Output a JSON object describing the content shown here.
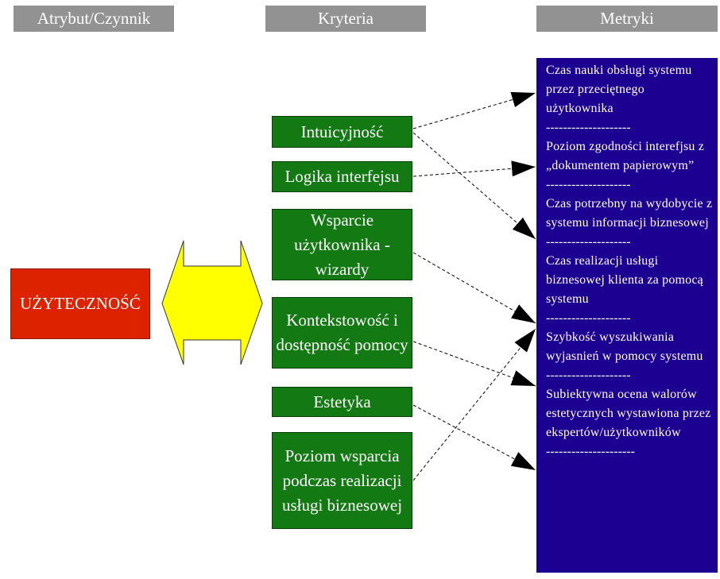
{
  "headers": {
    "attribute": "Atrybut/Czynnik",
    "criteria": "Kryteria",
    "metrics": "Metryki"
  },
  "attribute": "UŻYTECZNOŚĆ",
  "criteria": [
    "Intuicyjność",
    "Logika interfejsu",
    "Wsparcie użytkownika - wizardy",
    "Kontekstowość i dostępność pomocy",
    "Estetyka",
    "Poziom wsparcia podczas realizacji usługi biznesowej"
  ],
  "metrics": [
    "Czas nauki obsługi systemu przez przeciętnego użytkownika",
    "Poziom zgodności interefjsu z „dokumentem papierowym”",
    "Czas potrzebny na wydobycie z systemu informacji biznesowej",
    "Czas realizacji usługi biznesowej klienta za pomocą systemu",
    "Szybkość wyszukiwania wyjasnień w pomocy systemu",
    "Subiektywna ocena walorów estetycznych wystawiona przez ekspertów/użytkowników"
  ],
  "separators": [
    "--------------------",
    "--------------------",
    "--------------------",
    "--------------------",
    "--------------------",
    "---------------------"
  ],
  "colors": {
    "header": "#929292",
    "attribute": "#dd2200",
    "criteria": "#137a13",
    "metrics": "#1c0091",
    "double_arrow": "#ffff00"
  },
  "icons": {
    "double_arrow": "double-headed-arrow"
  }
}
